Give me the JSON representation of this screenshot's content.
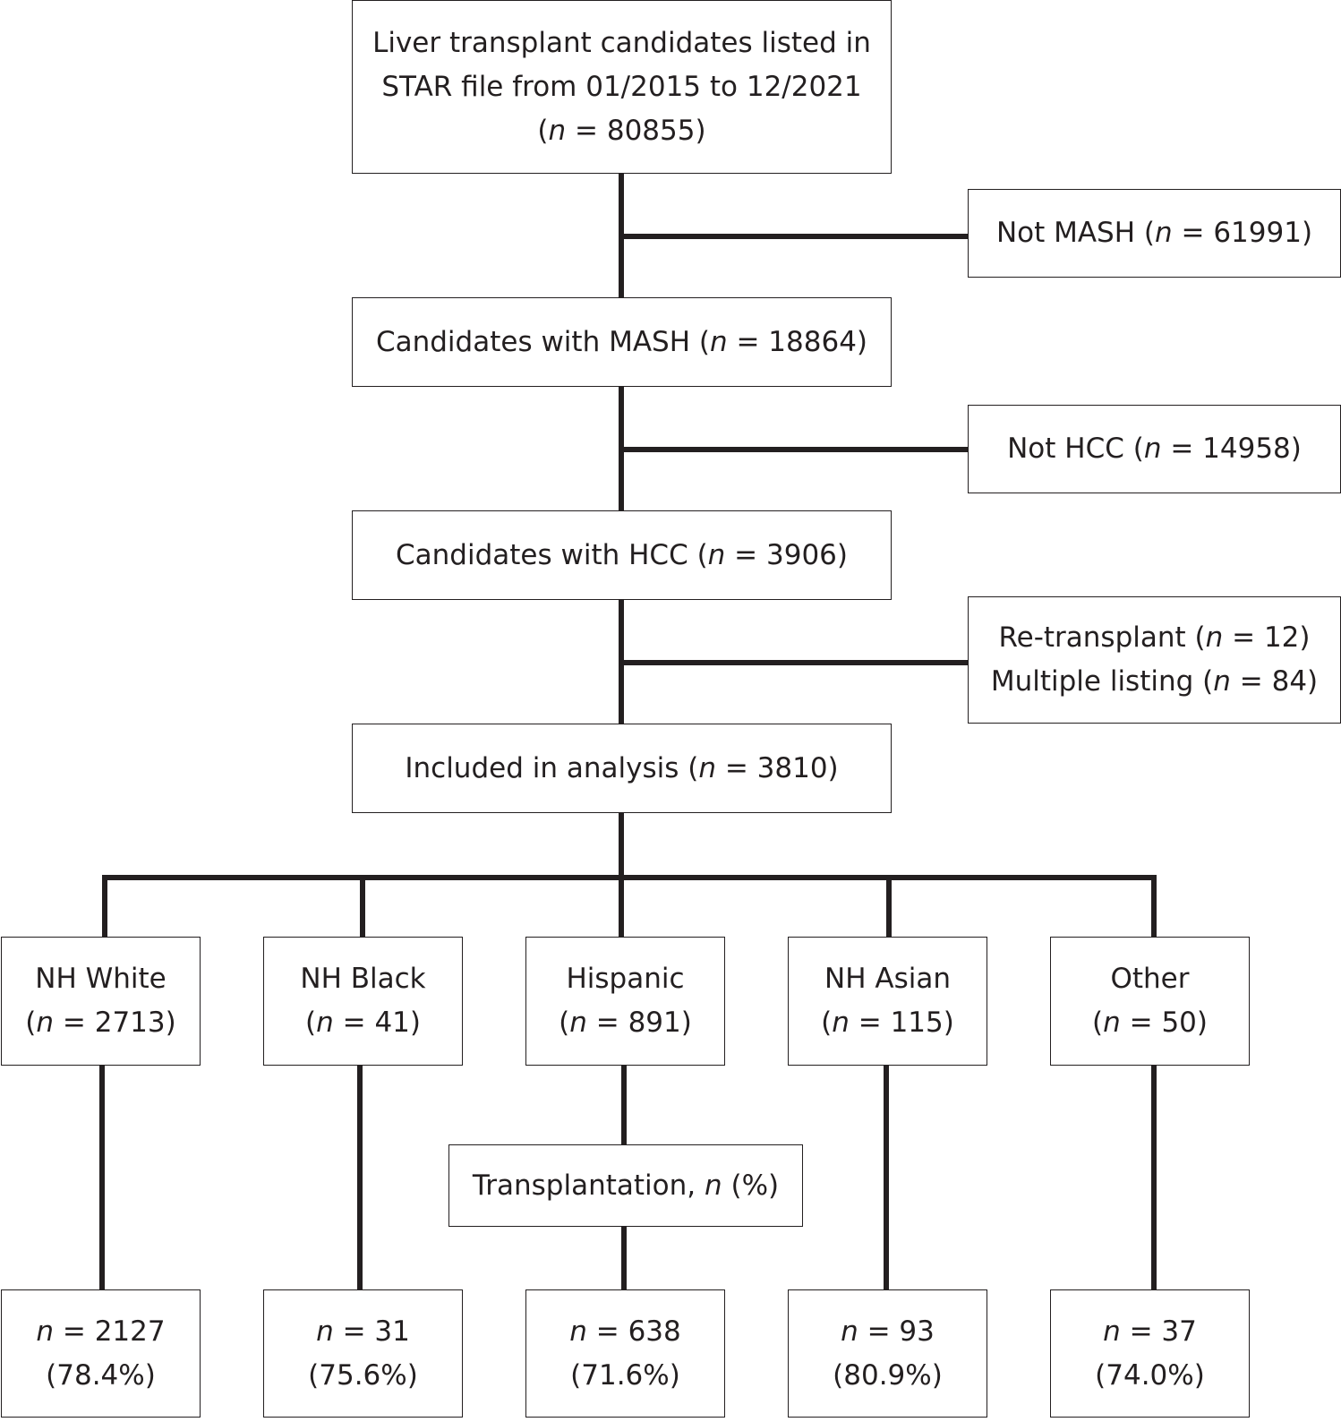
{
  "flow": {
    "source": {
      "lines": [
        "Liver transplant candidates listed in",
        "STAR file from 01/2015 to 12/2021"
      ],
      "count_prefix": "(",
      "n": "n",
      "count_suffix": " = 80855)"
    },
    "exclude_mash": {
      "prefix": "Not MASH (",
      "n": "n",
      "suffix": " = 61991)"
    },
    "mash": {
      "prefix": "Candidates with MASH (",
      "n": "n",
      "suffix": " = 18864)"
    },
    "exclude_hcc": {
      "prefix": "Not HCC (",
      "n": "n",
      "suffix": " = 14958)"
    },
    "hcc": {
      "prefix": "Candidates with HCC (",
      "n": "n",
      "suffix": " = 3906)"
    },
    "exclude_other": [
      {
        "prefix": "Re-transplant (",
        "n": "n",
        "suffix": " = 12)"
      },
      {
        "prefix": "Multiple listing (",
        "n": "n",
        "suffix": " = 84)"
      }
    ],
    "included": {
      "prefix": "Included in analysis (",
      "n": "n",
      "suffix": " = 3810)"
    },
    "groups": [
      {
        "label": "NH White",
        "count_prefix": "(",
        "n": "n",
        "count_suffix": " = 2713)"
      },
      {
        "label": "NH Black",
        "count_prefix": "(",
        "n": "n",
        "count_suffix": " = 41)"
      },
      {
        "label": "Hispanic",
        "count_prefix": "(",
        "n": "n",
        "count_suffix": " = 891)"
      },
      {
        "label": "NH Asian",
        "count_prefix": "(",
        "n": "n",
        "count_suffix": " = 115)"
      },
      {
        "label": "Other",
        "count_prefix": "(",
        "n": "n",
        "count_suffix": " = 50)"
      }
    ],
    "transplant_label": {
      "prefix": "Transplantation, ",
      "n": "n",
      "suffix": " (%)"
    },
    "outcomes": [
      {
        "n": "n",
        "count": " = 2127",
        "pct": "(78.4%)"
      },
      {
        "n": "n",
        "count": " = 31",
        "pct": "(75.6%)"
      },
      {
        "n": "n",
        "count": " = 638",
        "pct": "(71.6%)"
      },
      {
        "n": "n",
        "count": " = 93",
        "pct": "(80.9%)"
      },
      {
        "n": "n",
        "count": " = 37",
        "pct": "(74.0%)"
      }
    ]
  }
}
